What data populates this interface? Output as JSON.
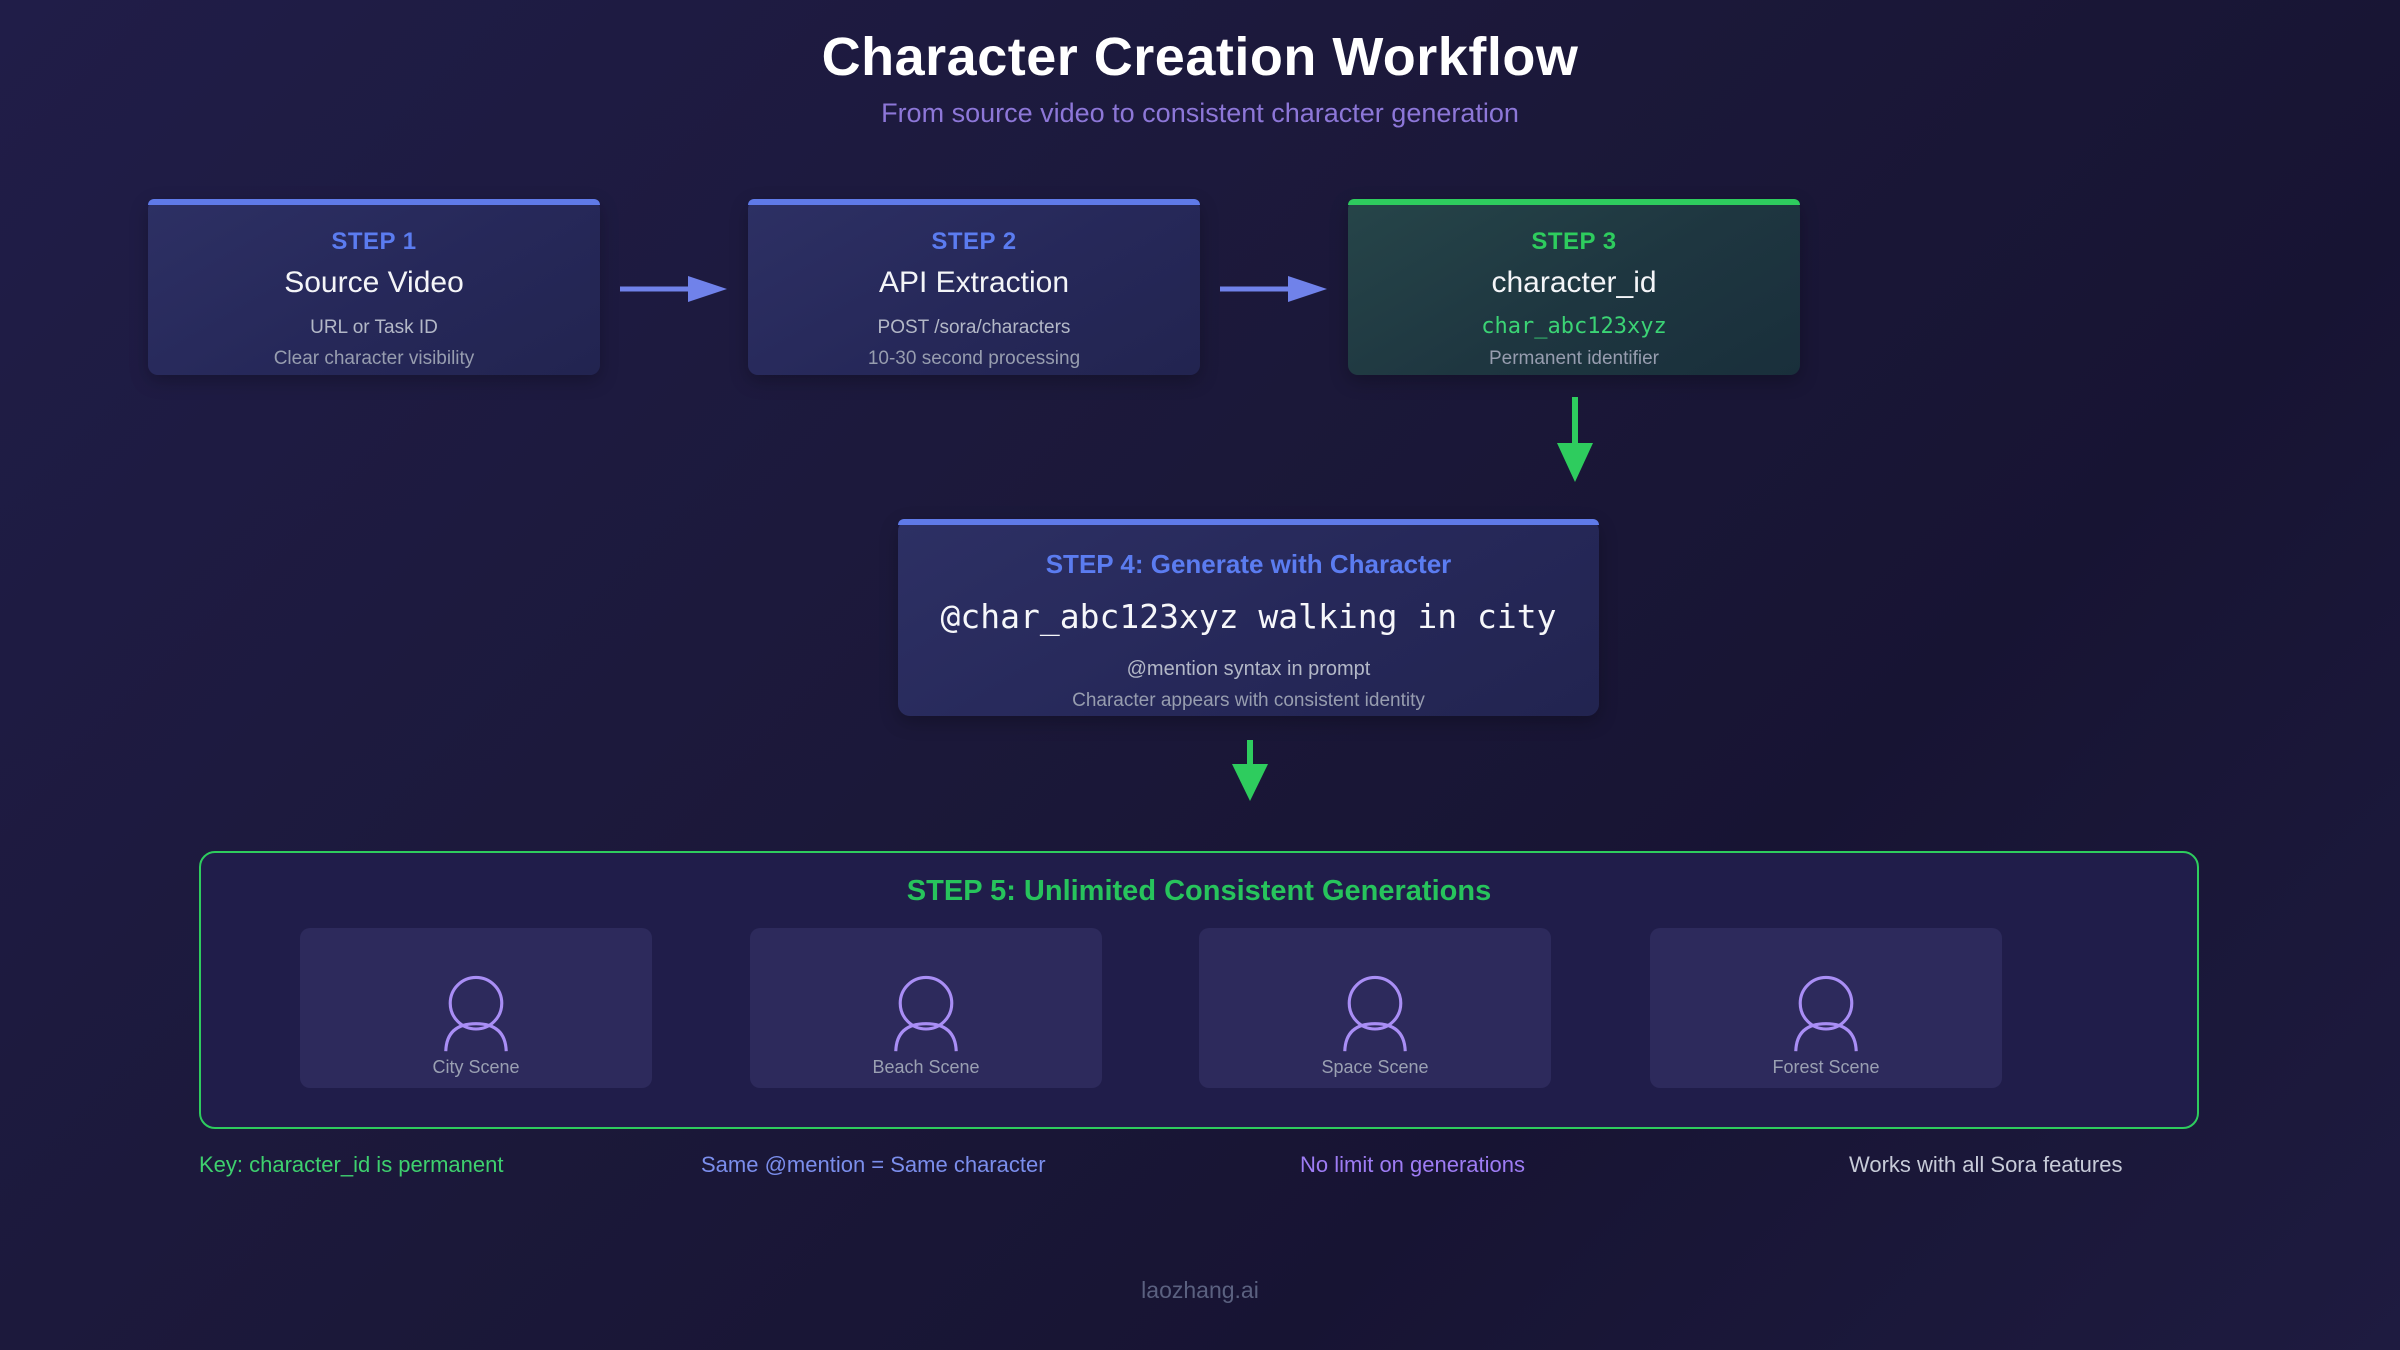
{
  "page": {
    "title": "Character Creation Workflow",
    "subtitle": "From source video to consistent character generation",
    "footer": "laozhang.ai"
  },
  "colors": {
    "background": "#1b1839",
    "accent_blue": "#5b7cf0",
    "accent_green": "#2ecc5e",
    "accent_purple": "#9e7cf4",
    "code_green": "#3bd475",
    "icon_purple": "#a98ef5"
  },
  "steps_row": [
    {
      "label": "STEP 1",
      "title": "Source Video",
      "line1": "URL or Task ID",
      "line2": "Clear character visibility",
      "theme": "blue"
    },
    {
      "label": "STEP 2",
      "title": "API Extraction",
      "line1": "POST /sora/characters",
      "line2": "10-30 second processing",
      "theme": "blue"
    },
    {
      "label": "STEP 3",
      "title": "character_id",
      "line1": "char_abc123xyz",
      "line2": "Permanent identifier",
      "theme": "green"
    }
  ],
  "step4": {
    "label": "STEP 4: Generate with Character",
    "code": "@char_abc123xyz walking in city",
    "line1": "@mention syntax in prompt",
    "line2": "Character appears with consistent identity"
  },
  "step5": {
    "heading": "STEP 5: Unlimited Consistent Generations",
    "scenes": [
      {
        "label": "City Scene"
      },
      {
        "label": "Beach Scene"
      },
      {
        "label": "Space Scene"
      },
      {
        "label": "Forest Scene"
      }
    ]
  },
  "notes": [
    {
      "text": "Key: character_id is permanent",
      "color": "green"
    },
    {
      "text": "Same @mention = Same character",
      "color": "blue"
    },
    {
      "text": "No limit on generations",
      "color": "purple"
    },
    {
      "text": "Works with all Sora features",
      "color": "gray"
    }
  ]
}
